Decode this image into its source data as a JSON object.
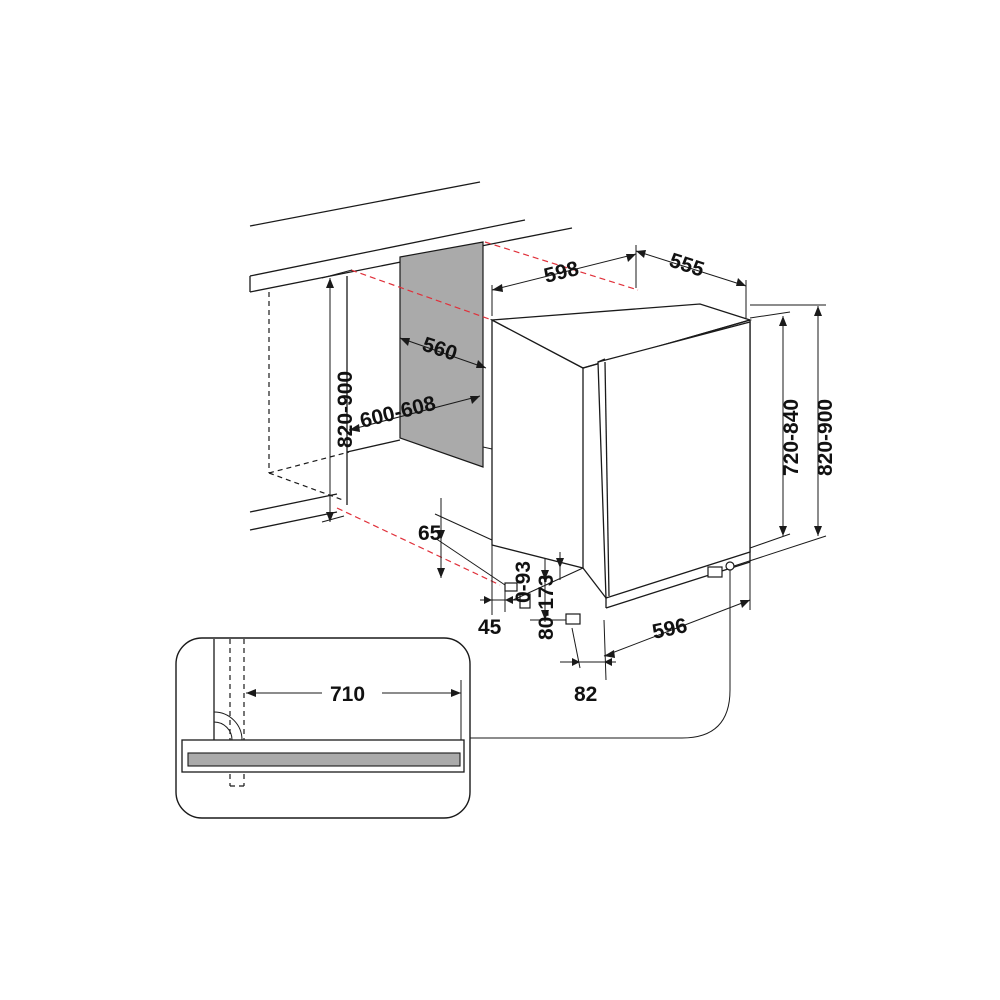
{
  "colors": {
    "line": "#1a1a1a",
    "guide": "#e0303a",
    "panel": "#aaaaaa",
    "background": "#ffffff"
  },
  "dimensions": {
    "niche_height": "820-900",
    "niche_width": "600-608",
    "niche_depth": "560",
    "appliance_width": "598",
    "appliance_depth": "555",
    "appliance_height": "720-840",
    "overall_height": "820-900",
    "plinth_height": "65",
    "plinth_depth": "45",
    "foot_adjust": "0-93",
    "plinth_range": "80-173",
    "door_offset": "82",
    "door_width": "596",
    "hinge_clearance": "710"
  }
}
